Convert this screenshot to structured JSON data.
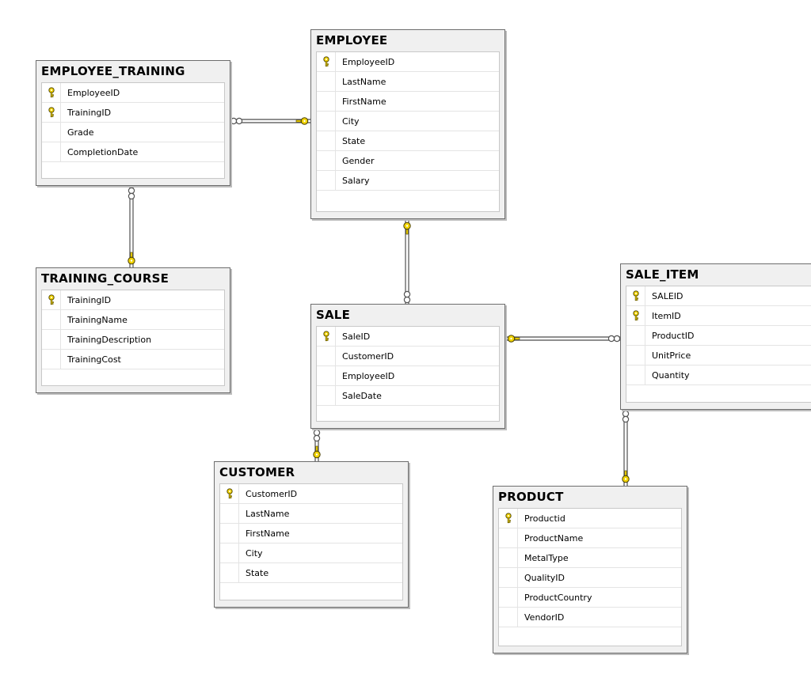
{
  "colors": {
    "key": "#f2d400",
    "line": "#6a6a6a",
    "header_bg": "#f0f0f0"
  },
  "icons": {
    "primary_key": "key-icon",
    "one_end": "key-icon",
    "many_end": "infinity-icon"
  },
  "tables": [
    {
      "id": "employee-training",
      "title": "EMPLOYEE_TRAINING",
      "columns": [
        {
          "name": "EmployeeID",
          "pk": true
        },
        {
          "name": "TrainingID",
          "pk": true
        },
        {
          "name": "Grade",
          "pk": false
        },
        {
          "name": "CompletionDate",
          "pk": false
        }
      ]
    },
    {
      "id": "employee",
      "title": "EMPLOYEE",
      "columns": [
        {
          "name": "EmployeeID",
          "pk": true
        },
        {
          "name": "LastName",
          "pk": false
        },
        {
          "name": "FirstName",
          "pk": false
        },
        {
          "name": "City",
          "pk": false
        },
        {
          "name": "State",
          "pk": false
        },
        {
          "name": "Gender",
          "pk": false
        },
        {
          "name": "Salary",
          "pk": false
        }
      ]
    },
    {
      "id": "training-course",
      "title": "TRAINING_COURSE",
      "columns": [
        {
          "name": "TrainingID",
          "pk": true
        },
        {
          "name": "TrainingName",
          "pk": false
        },
        {
          "name": "TrainingDescription",
          "pk": false
        },
        {
          "name": "TrainingCost",
          "pk": false
        }
      ]
    },
    {
      "id": "sale",
      "title": "SALE",
      "columns": [
        {
          "name": "SaleID",
          "pk": true
        },
        {
          "name": "CustomerID",
          "pk": false
        },
        {
          "name": "EmployeeID",
          "pk": false
        },
        {
          "name": "SaleDate",
          "pk": false
        }
      ]
    },
    {
      "id": "sale-item",
      "title": "SALE_ITEM",
      "columns": [
        {
          "name": "SALEID",
          "pk": true
        },
        {
          "name": "ItemID",
          "pk": true
        },
        {
          "name": "ProductID",
          "pk": false
        },
        {
          "name": "UnitPrice",
          "pk": false
        },
        {
          "name": "Quantity",
          "pk": false
        }
      ]
    },
    {
      "id": "customer",
      "title": "CUSTOMER",
      "columns": [
        {
          "name": "CustomerID",
          "pk": true
        },
        {
          "name": "LastName",
          "pk": false
        },
        {
          "name": "FirstName",
          "pk": false
        },
        {
          "name": "City",
          "pk": false
        },
        {
          "name": "State",
          "pk": false
        }
      ]
    },
    {
      "id": "product",
      "title": "PRODUCT",
      "columns": [
        {
          "name": "Productid",
          "pk": true
        },
        {
          "name": "ProductName",
          "pk": false
        },
        {
          "name": "MetalType",
          "pk": false
        },
        {
          "name": "QualityID",
          "pk": false
        },
        {
          "name": "ProductCountry",
          "pk": false
        },
        {
          "name": "VendorID",
          "pk": false
        }
      ]
    }
  ],
  "relationships": [
    {
      "one": "employee",
      "many": "employee-training"
    },
    {
      "one": "training-course",
      "many": "employee-training"
    },
    {
      "one": "employee",
      "many": "sale"
    },
    {
      "one": "sale",
      "many": "sale-item"
    },
    {
      "one": "customer",
      "many": "sale"
    },
    {
      "one": "product",
      "many": "sale-item"
    }
  ]
}
